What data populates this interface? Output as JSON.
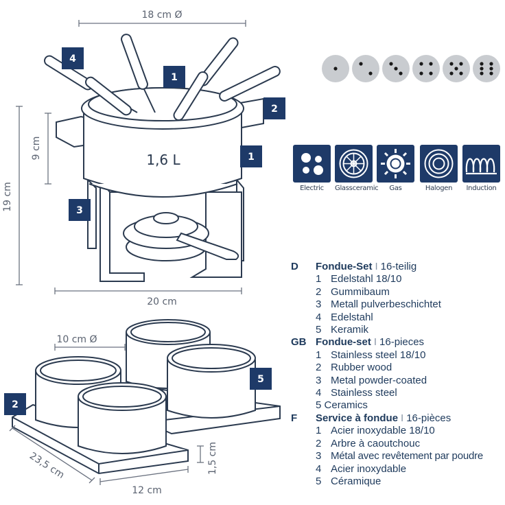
{
  "fondue": {
    "capacity": "1,6 L",
    "dim_diameter": "18 cm Ø",
    "dim_height_total": "19 cm",
    "dim_height_pot": "9 cm",
    "dim_width": "20 cm",
    "badges": [
      "4",
      "1",
      "2",
      "1",
      "3"
    ]
  },
  "bowls": {
    "dim_diameter": "10 cm Ø",
    "dim_length": "23,5 cm",
    "dim_width": "12 cm",
    "dim_height": "1,5 cm",
    "badges": [
      "2",
      "5"
    ]
  },
  "dice": [
    1,
    2,
    3,
    4,
    5,
    6
  ],
  "heat_sources": [
    {
      "label": "Electric",
      "icon": "electric-icon"
    },
    {
      "label": "Glassceramic",
      "icon": "glassceramic-icon"
    },
    {
      "label": "Gas",
      "icon": "gas-icon"
    },
    {
      "label": "Halogen",
      "icon": "halogen-icon"
    },
    {
      "label": "Induction",
      "icon": "induction-icon"
    }
  ],
  "legend": [
    {
      "code": "D",
      "title": "Fondue-Set",
      "sep": "I",
      "pieces": "16-teilig",
      "items": [
        {
          "n": "1",
          "text": "Edelstahl 18/10"
        },
        {
          "n": "2",
          "text": "Gummibaum"
        },
        {
          "n": "3",
          "text": "Metall pulverbeschichtet"
        },
        {
          "n": "4",
          "text": "Edelstahl"
        },
        {
          "n": "5",
          "text": "Keramik"
        }
      ]
    },
    {
      "code": "GB",
      "title": "Fondue-set",
      "sep": "I",
      "pieces": "16-pieces",
      "items": [
        {
          "n": "1",
          "text": "Stainless steel 18/10"
        },
        {
          "n": "2",
          "text": "Rubber wood"
        },
        {
          "n": "3",
          "text": "Metal powder-coated"
        },
        {
          "n": "4",
          "text": "Stainless steel"
        },
        {
          "n": "5",
          "text": "Ceramics"
        }
      ]
    },
    {
      "code": "F",
      "title": "Service à fondue",
      "sep": "I",
      "pieces": "16-pièces",
      "items": [
        {
          "n": "1",
          "text": "Acier inoxydable 18/10"
        },
        {
          "n": "2",
          "text": "Arbre à caoutchouc"
        },
        {
          "n": "3",
          "text": "Métal avec revêtement par poudre"
        },
        {
          "n": "4",
          "text": "Acier inoxydable"
        },
        {
          "n": "5",
          "text": "Céramique"
        }
      ]
    }
  ],
  "colors": {
    "navy": "#1e3a68",
    "line": "#2b3a4f",
    "dice": "#c9ccd0"
  }
}
